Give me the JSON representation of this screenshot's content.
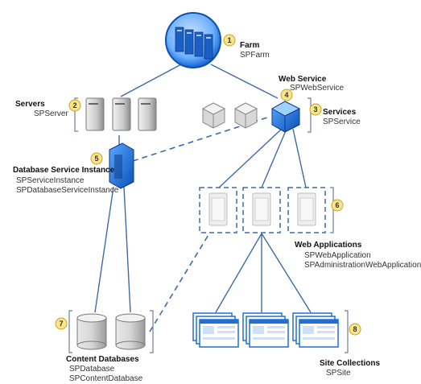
{
  "farm": {
    "title": "Farm",
    "class": "SPFarm",
    "number": "1"
  },
  "servers": {
    "title": "Servers",
    "class": "SPServer",
    "number": "2"
  },
  "services": {
    "title": "Services",
    "class": "SPService",
    "number": "3"
  },
  "web_service": {
    "title": "Web Service",
    "class": "SPWebService",
    "number": "4"
  },
  "database_service_instance": {
    "title": "Database Service Instance",
    "class_1": "SPServiceInstance",
    "class_2": "SPDatabaseServiceInstance",
    "number": "5"
  },
  "web_applications": {
    "title": "Web Applications",
    "class_1": "SPWebApplication",
    "class_2": "SPAdministrationWebApplication",
    "number": "6"
  },
  "content_databases": {
    "title": "Content Databases",
    "class_1": "SPDatabase",
    "class_2": "SPContentDatabase",
    "number": "7"
  },
  "site_collections": {
    "title": "Site Collections",
    "class": "SPSite",
    "number": "8"
  },
  "colors": {
    "connector": "#3e6aa8",
    "accent_blue": "#1f6fd6",
    "badge_fill": "#fbe58a",
    "badge_stroke": "#c9a227",
    "bracket": "#6f7f95"
  }
}
